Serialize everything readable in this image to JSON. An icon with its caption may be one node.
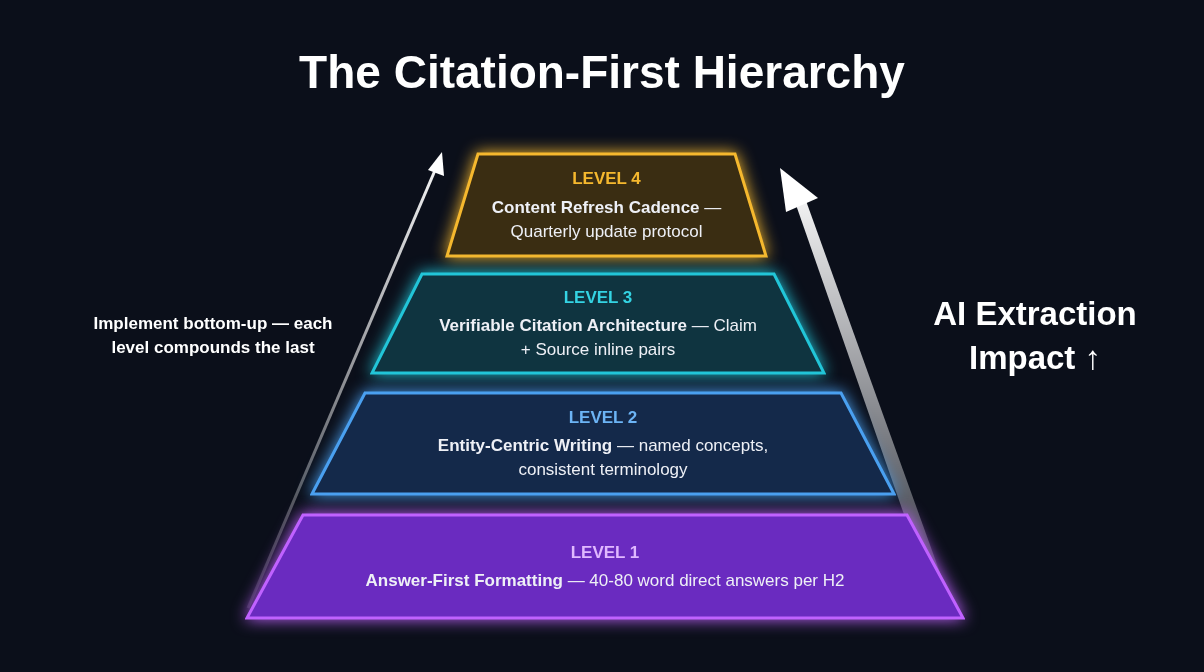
{
  "diagram": {
    "title": "The Citation-First Hierarchy",
    "nodes": [
      {
        "text": [
          "LEVEL 4",
          "**Content Refresh Cadence** — Quarterly update protocol"
        ]
      },
      {
        "text": [
          "LEVEL 3",
          "**Verifiable Citation Architecture** — Claim + Source inline pairs"
        ]
      },
      {
        "text": [
          "LEVEL 2",
          "**Entity-Centric Writing** — named concepts, consistent terminology"
        ]
      },
      {
        "text": [
          "LEVEL 1",
          "**Answer-First Formatting** — 40-80 word direct answers per H2"
        ]
      }
    ],
    "edges": [],
    "labels": [
      "Implement bottom-up — each level compounds the last",
      "AI Extraction Impact ↑"
    ]
  }
}
